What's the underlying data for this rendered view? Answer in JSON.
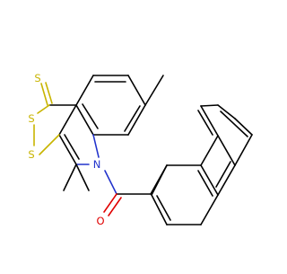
{
  "atoms": {
    "sulfur_thione": "S",
    "sulfur_ring_top": "S",
    "sulfur_ring_bottom": "S",
    "nitrogen": "N",
    "oxygen": "O"
  },
  "colors": {
    "background": "#ffffff",
    "bond": "#000000",
    "sulfur": "#c8b400",
    "nitrogen": "#2233cc",
    "oxygen": "#e00000"
  }
}
